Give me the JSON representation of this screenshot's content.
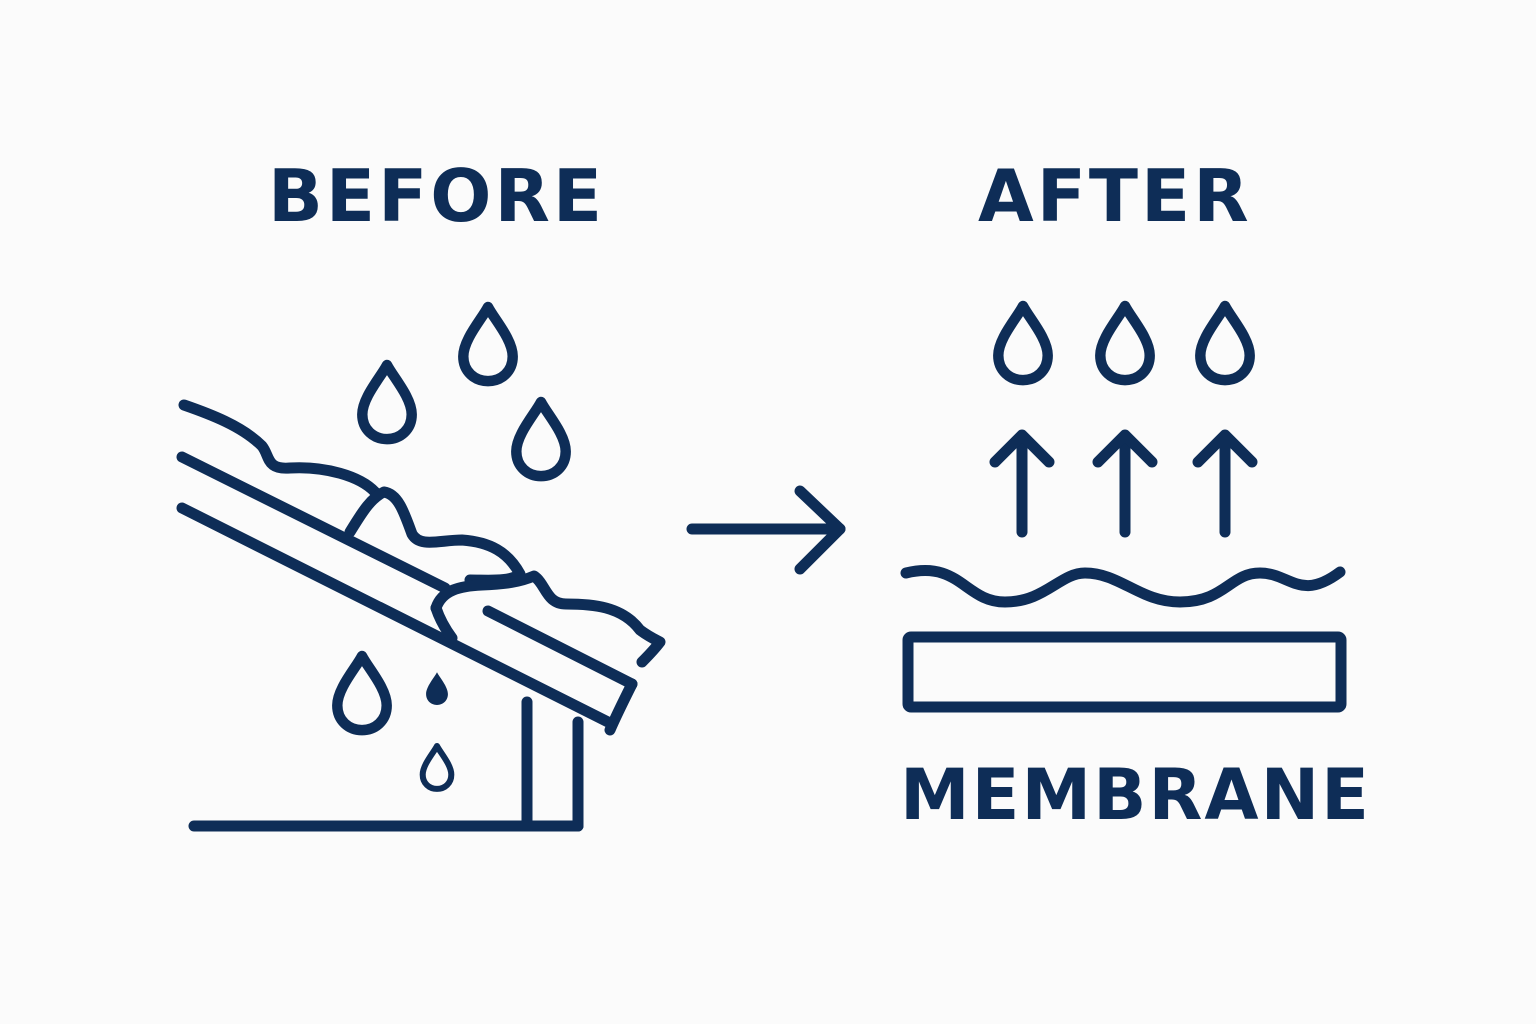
{
  "labels": {
    "before": "BEFORE",
    "after": "AFTER",
    "membrane": "MEMBRANE"
  },
  "colors": {
    "ink": "#0e2d57",
    "background": "#fbfbfb"
  },
  "icons": {
    "before": [
      "damaged-roof-icon",
      "falling-raindrop-icon",
      "leaking-drop-icon"
    ],
    "transition": "arrow-right-icon",
    "after": [
      "rising-raindrop-icon",
      "arrow-up-icon",
      "wave-icon",
      "membrane-layer-icon"
    ]
  }
}
